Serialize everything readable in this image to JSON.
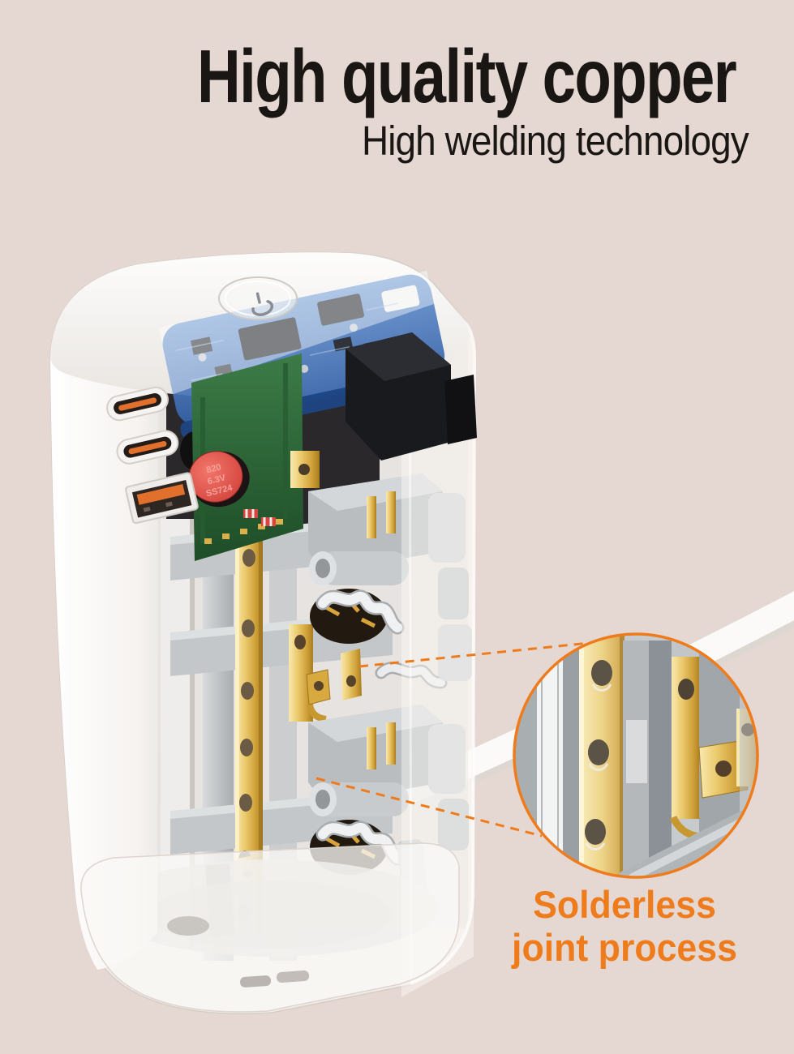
{
  "header": {
    "title": "High quality copper",
    "subtitle": "High welding technology"
  },
  "callout": {
    "line1": "Solderless",
    "line2": "joint process"
  },
  "product": {
    "capacitor": {
      "line1": "820",
      "line2": "6.3V",
      "line3": "SS724"
    },
    "icons": {
      "power_button": "power-icon"
    }
  },
  "colors": {
    "background": "#e5d7d1",
    "ink": "#191613",
    "accent": "#ee7c1d",
    "usb_orange": "#e0702c",
    "copper": "#d9a83f",
    "pcb_blue": "#4a7cc0",
    "pcb_green": "#2f6d3a",
    "capacitor_red": "#d94a42",
    "cable_white": "#fbfaf8"
  }
}
